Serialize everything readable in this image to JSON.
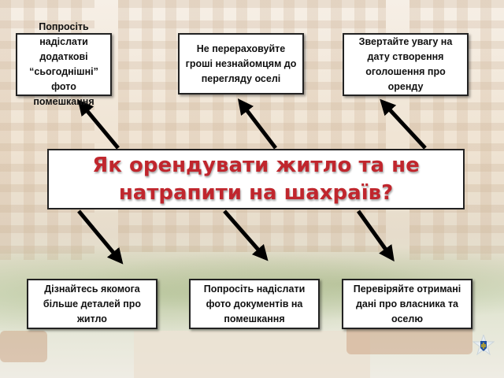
{
  "title": "Як орендувати житло та не натрапити на шахраїв?",
  "top_tips": [
    "Попросіть надіслати додаткові “сьогоднішні” фото помешкання",
    "Не перераховуйте гроші незнайомцям до перегляду оселі",
    "Звертайте увагу на дату створення оголошення про оренду"
  ],
  "bottom_tips": [
    "Дізнайтесь якомога більше деталей про житло",
    "Попросіть надіслати фото документів на помешкання",
    "Перевіряйте отримані дані про власника та оселю"
  ],
  "colors": {
    "title": "#c0262d",
    "border": "#222222"
  }
}
